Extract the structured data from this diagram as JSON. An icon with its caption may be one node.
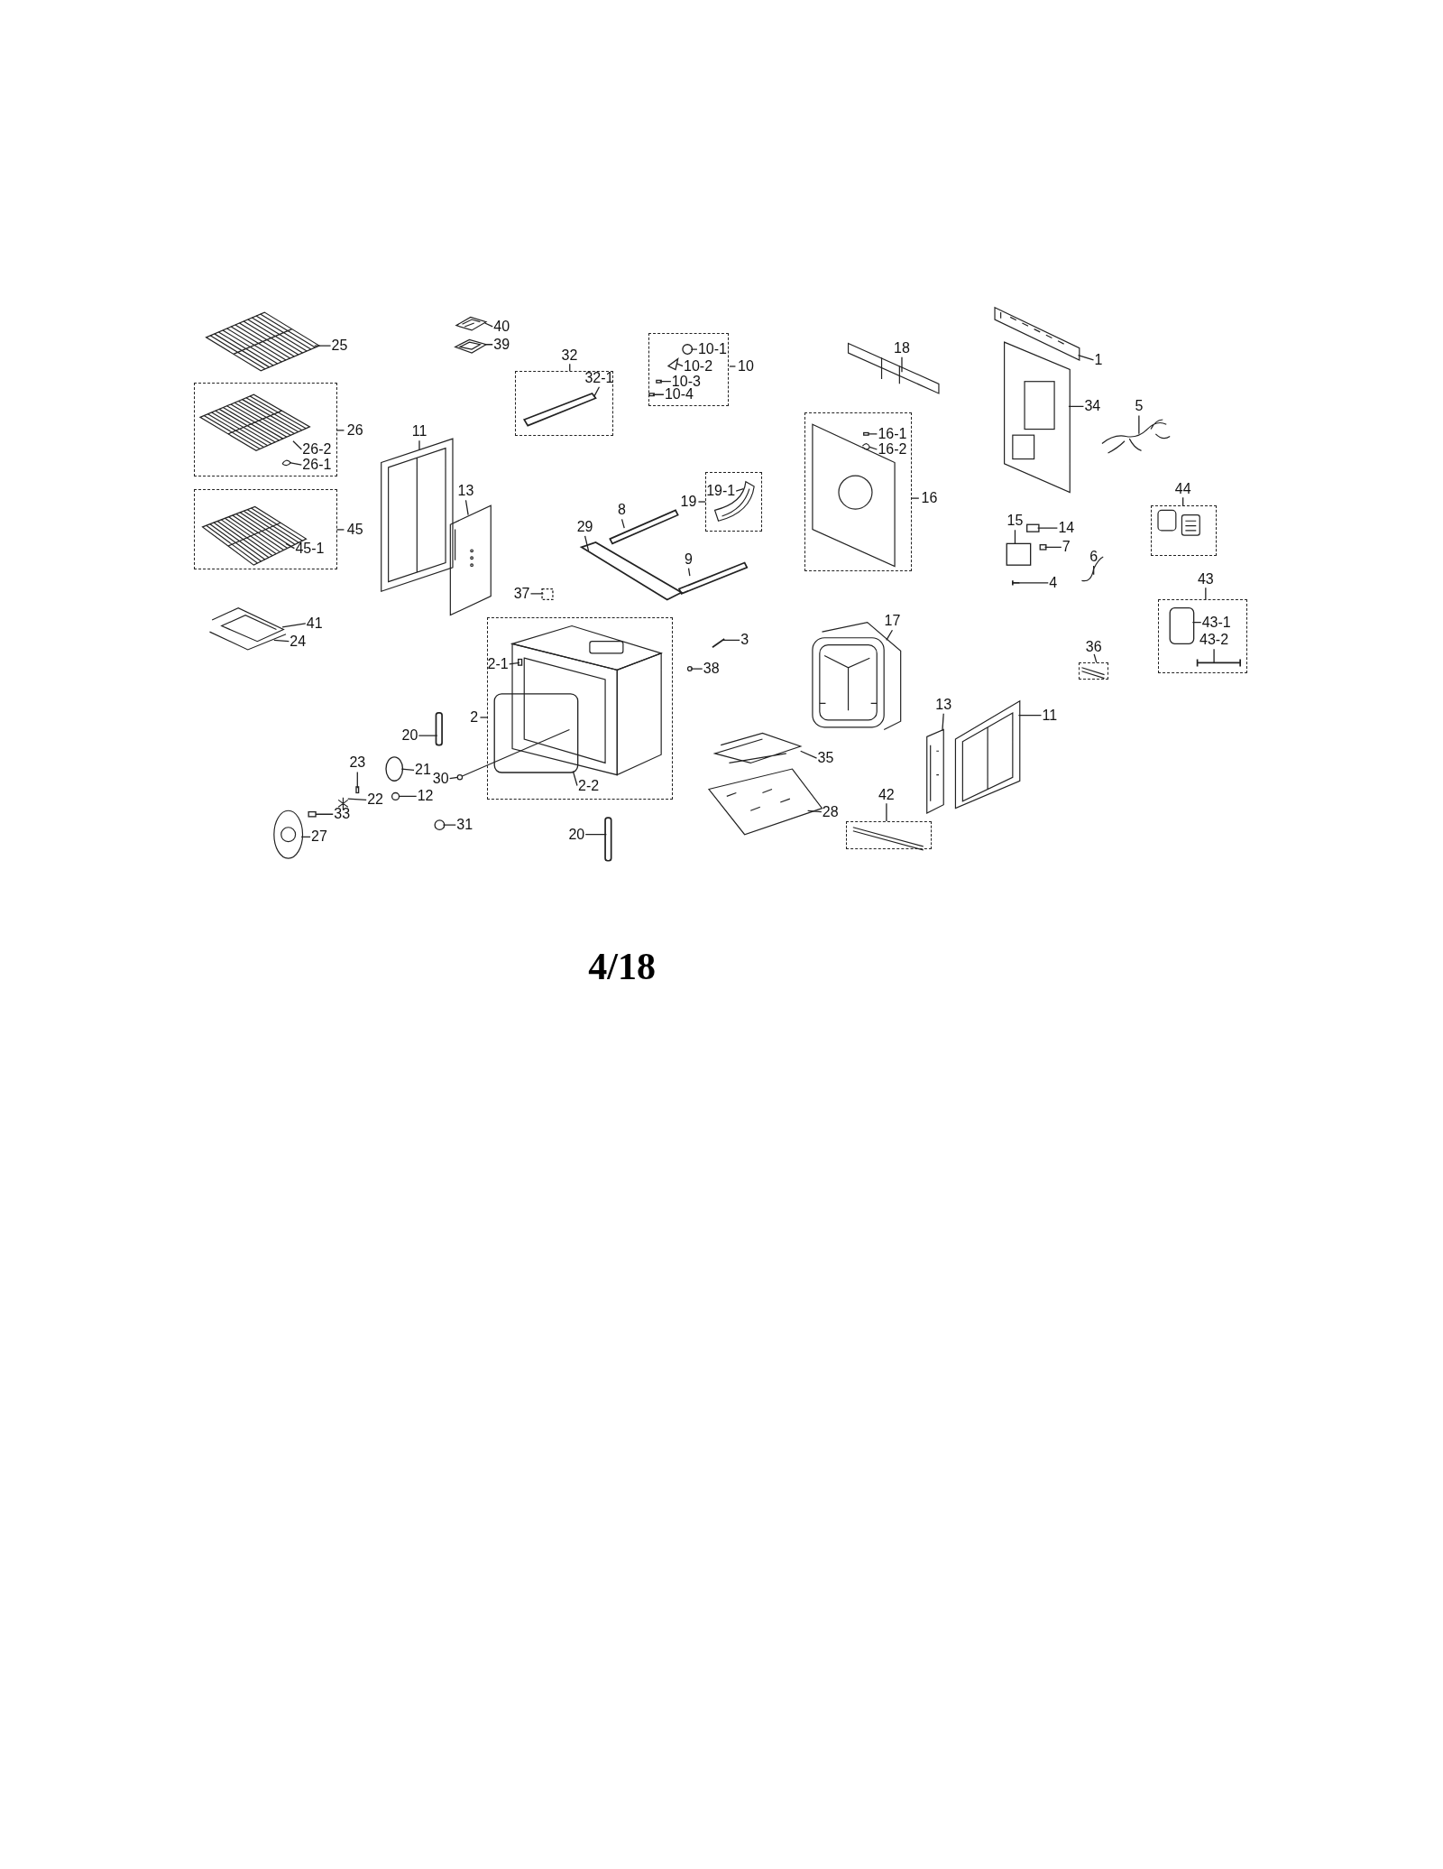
{
  "diagram": {
    "nodes": [
      {
        "text": [
          "25"
        ]
      },
      {
        "text": [
          "40"
        ]
      },
      {
        "text": [
          "39"
        ]
      },
      {
        "text": [
          "32"
        ]
      },
      {
        "text": [
          "32-1"
        ],
        "in": 3
      },
      {
        "text": [
          "10"
        ]
      },
      {
        "text": [
          "10-1"
        ],
        "in": 5
      },
      {
        "text": [
          "10-2"
        ],
        "in": 5
      },
      {
        "text": [
          "10-3"
        ],
        "in": 5
      },
      {
        "text": [
          "10-4"
        ],
        "in": 5
      },
      {
        "text": [
          "18"
        ]
      },
      {
        "text": [
          "1"
        ]
      },
      {
        "text": [
          "26"
        ]
      },
      {
        "text": [
          "26-2"
        ],
        "in": 12
      },
      {
        "text": [
          "26-1"
        ],
        "in": 12
      },
      {
        "text": [
          "11"
        ]
      },
      {
        "text": [
          "34"
        ]
      },
      {
        "text": [
          "5"
        ]
      },
      {
        "text": [
          "16"
        ]
      },
      {
        "text": [
          "16-1"
        ],
        "in": 18
      },
      {
        "text": [
          "16-2"
        ],
        "in": 18
      },
      {
        "text": [
          "13"
        ]
      },
      {
        "text": [
          "19"
        ]
      },
      {
        "text": [
          "19-1"
        ],
        "in": 22
      },
      {
        "text": [
          "8"
        ]
      },
      {
        "text": [
          "29"
        ]
      },
      {
        "text": [
          "45"
        ]
      },
      {
        "text": [
          "45-1"
        ],
        "in": 26
      },
      {
        "text": [
          "44"
        ]
      },
      {
        "text": [
          "15"
        ]
      },
      {
        "text": [
          "14"
        ]
      },
      {
        "text": [
          "7"
        ]
      },
      {
        "text": [
          "9"
        ]
      },
      {
        "text": [
          "6"
        ]
      },
      {
        "text": [
          "4"
        ]
      },
      {
        "text": [
          "37"
        ]
      },
      {
        "text": [
          "43"
        ]
      },
      {
        "text": [
          "43-1"
        ],
        "in": 36
      },
      {
        "text": [
          "43-2"
        ],
        "in": 36
      },
      {
        "text": [
          "41"
        ]
      },
      {
        "text": [
          "24"
        ]
      },
      {
        "text": [
          "17"
        ]
      },
      {
        "text": [
          "3"
        ]
      },
      {
        "text": [
          "2"
        ]
      },
      {
        "text": [
          "2-1"
        ],
        "in": 43
      },
      {
        "text": [
          "38"
        ]
      },
      {
        "text": [
          "36"
        ]
      },
      {
        "text": [
          "13"
        ]
      },
      {
        "text": [
          "11"
        ]
      },
      {
        "text": [
          "20"
        ]
      },
      {
        "text": [
          "35"
        ]
      },
      {
        "text": [
          "21"
        ]
      },
      {
        "text": [
          "23"
        ]
      },
      {
        "text": [
          "30"
        ]
      },
      {
        "text": [
          "2-2"
        ],
        "in": 43
      },
      {
        "text": [
          "12"
        ]
      },
      {
        "text": [
          "22"
        ]
      },
      {
        "text": [
          "33"
        ]
      },
      {
        "text": [
          "42"
        ]
      },
      {
        "text": [
          "28"
        ]
      },
      {
        "text": [
          "31"
        ]
      },
      {
        "text": [
          "27"
        ]
      },
      {
        "text": [
          "20"
        ]
      },
      {
        "text": [],
        "shape": "picture"
      },
      {
        "text": [],
        "shape": "picture"
      },
      {
        "text": [],
        "shape": "picture"
      },
      {
        "text": [],
        "shape": "bar",
        "in": 3
      },
      {
        "text": [],
        "shape": "circle",
        "in": 5
      },
      {
        "text": [],
        "shape": "triangle",
        "in": 5
      },
      {
        "text": [],
        "shape": "box",
        "in": 5
      },
      {
        "text": [],
        "shape": "box",
        "in": 5
      },
      {
        "text": [],
        "shape": "picture"
      },
      {
        "text": [],
        "shape": "picture"
      },
      {
        "text": [],
        "shape": "picture",
        "in": 12
      },
      {
        "text": [],
        "shape": "picture",
        "in": 12
      },
      {
        "text": [],
        "shape": "picture"
      },
      {
        "text": [],
        "shape": "picture"
      },
      {
        "text": [],
        "shape": "picture"
      },
      {
        "text": [],
        "shape": "box",
        "in": 18
      },
      {
        "text": [],
        "shape": "picture",
        "in": 18
      },
      {
        "text": [],
        "shape": "picture"
      },
      {
        "text": [],
        "shape": "picture",
        "in": 22
      },
      {
        "text": [],
        "shape": "bar"
      },
      {
        "text": [],
        "shape": "bar"
      },
      {
        "text": [],
        "shape": "picture",
        "in": 26
      },
      {
        "text": [],
        "shape": "box"
      },
      {
        "text": [],
        "shape": "box"
      },
      {
        "text": [],
        "shape": "box"
      },
      {
        "text": [],
        "shape": "bar"
      },
      {
        "text": [],
        "shape": "picture"
      },
      {
        "text": [],
        "shape": "bar"
      },
      {
        "text": [],
        "shape": "box"
      },
      {
        "text": [],
        "shape": "box",
        "in": 36
      },
      {
        "text": [],
        "shape": "bar",
        "in": 36
      },
      {
        "text": [],
        "shape": "picture"
      },
      {
        "text": [],
        "shape": "picture"
      },
      {
        "text": [],
        "shape": "picture"
      },
      {
        "text": [],
        "shape": "bar"
      },
      {
        "text": [],
        "shape": "box",
        "in": 43
      },
      {
        "text": [],
        "shape": "circle"
      },
      {
        "text": [],
        "shape": "picture"
      },
      {
        "text": [],
        "shape": "picture"
      },
      {
        "text": [],
        "shape": "bar"
      },
      {
        "text": [],
        "shape": "picture"
      },
      {
        "text": [],
        "shape": "circle"
      },
      {
        "text": [],
        "shape": "box"
      },
      {
        "text": [],
        "shape": "picture"
      },
      {
        "text": [],
        "shape": "box",
        "in": 43
      },
      {
        "text": [],
        "shape": "circle"
      },
      {
        "text": [],
        "shape": "picture"
      },
      {
        "text": [],
        "shape": "box"
      },
      {
        "text": [],
        "shape": "picture"
      },
      {
        "text": [],
        "shape": "circle"
      },
      {
        "text": [],
        "shape": "picture"
      },
      {
        "text": [],
        "shape": "bar"
      }
    ],
    "edges": [
      {
        "from": 0,
        "to": 63,
        "arrow": "none"
      },
      {
        "from": 1,
        "to": 64,
        "arrow": "none"
      },
      {
        "from": 2,
        "to": 65,
        "arrow": "none"
      },
      {
        "from": 4,
        "to": 66,
        "arrow": "none"
      },
      {
        "from": 6,
        "to": 67,
        "arrow": "none"
      },
      {
        "from": 7,
        "to": 68,
        "arrow": "none"
      },
      {
        "from": 8,
        "to": 69,
        "arrow": "none"
      },
      {
        "from": 9,
        "to": 70,
        "arrow": "none"
      },
      {
        "from": 10,
        "to": 71,
        "arrow": "none"
      },
      {
        "from": 11,
        "to": 72,
        "arrow": "none"
      },
      {
        "from": 13,
        "to": 73,
        "arrow": "none"
      },
      {
        "from": 14,
        "to": 74,
        "arrow": "none"
      },
      {
        "from": 15,
        "to": 75,
        "arrow": "none"
      },
      {
        "from": 16,
        "to": 76,
        "arrow": "none"
      },
      {
        "from": 17,
        "to": 77,
        "arrow": "none"
      },
      {
        "from": 19,
        "to": 78,
        "arrow": "none"
      },
      {
        "from": 20,
        "to": 79,
        "arrow": "none"
      },
      {
        "from": 21,
        "to": 80,
        "arrow": "none"
      },
      {
        "from": 23,
        "to": 81,
        "arrow": "none"
      },
      {
        "from": 24,
        "to": 82,
        "arrow": "none"
      },
      {
        "from": 25,
        "to": 83,
        "arrow": "none"
      },
      {
        "from": 27,
        "to": 84,
        "arrow": "none"
      },
      {
        "from": 29,
        "to": 85,
        "arrow": "none"
      },
      {
        "from": 30,
        "to": 86,
        "arrow": "none"
      },
      {
        "from": 31,
        "to": 87,
        "arrow": "none"
      },
      {
        "from": 32,
        "to": 88,
        "arrow": "none"
      },
      {
        "from": 33,
        "to": 89,
        "arrow": "none"
      },
      {
        "from": 34,
        "to": 90,
        "arrow": "none"
      },
      {
        "from": 35,
        "to": 91,
        "arrow": "none"
      },
      {
        "from": 37,
        "to": 92,
        "arrow": "none"
      },
      {
        "from": 38,
        "to": 93,
        "arrow": "none"
      },
      {
        "from": 39,
        "to": 94,
        "arrow": "none"
      },
      {
        "from": 40,
        "to": 95,
        "arrow": "none"
      },
      {
        "from": 41,
        "to": 96,
        "arrow": "none"
      },
      {
        "from": 42,
        "to": 97,
        "arrow": "none"
      },
      {
        "from": 44,
        "to": 98,
        "arrow": "none"
      },
      {
        "from": 45,
        "to": 99,
        "arrow": "none"
      },
      {
        "from": 47,
        "to": 100,
        "arrow": "none"
      },
      {
        "from": 48,
        "to": 101,
        "arrow": "none"
      },
      {
        "from": 49,
        "to": 102,
        "arrow": "none"
      },
      {
        "from": 50,
        "to": 103,
        "arrow": "none"
      },
      {
        "from": 51,
        "to": 104,
        "arrow": "none"
      },
      {
        "from": 52,
        "to": 105,
        "arrow": "none"
      },
      {
        "from": 53,
        "to": 106,
        "arrow": "none"
      },
      {
        "from": 54,
        "to": 107,
        "arrow": "none"
      },
      {
        "from": 55,
        "to": 108,
        "arrow": "none"
      },
      {
        "from": 56,
        "to": 109,
        "arrow": "none"
      },
      {
        "from": 57,
        "to": 110,
        "arrow": "none"
      },
      {
        "from": 59,
        "to": 111,
        "arrow": "none"
      },
      {
        "from": 60,
        "to": 112,
        "arrow": "none"
      },
      {
        "from": 61,
        "to": 113,
        "arrow": "none"
      },
      {
        "from": 62,
        "to": 114,
        "arrow": "none"
      }
    ],
    "labels": [
      "4/18"
    ]
  }
}
